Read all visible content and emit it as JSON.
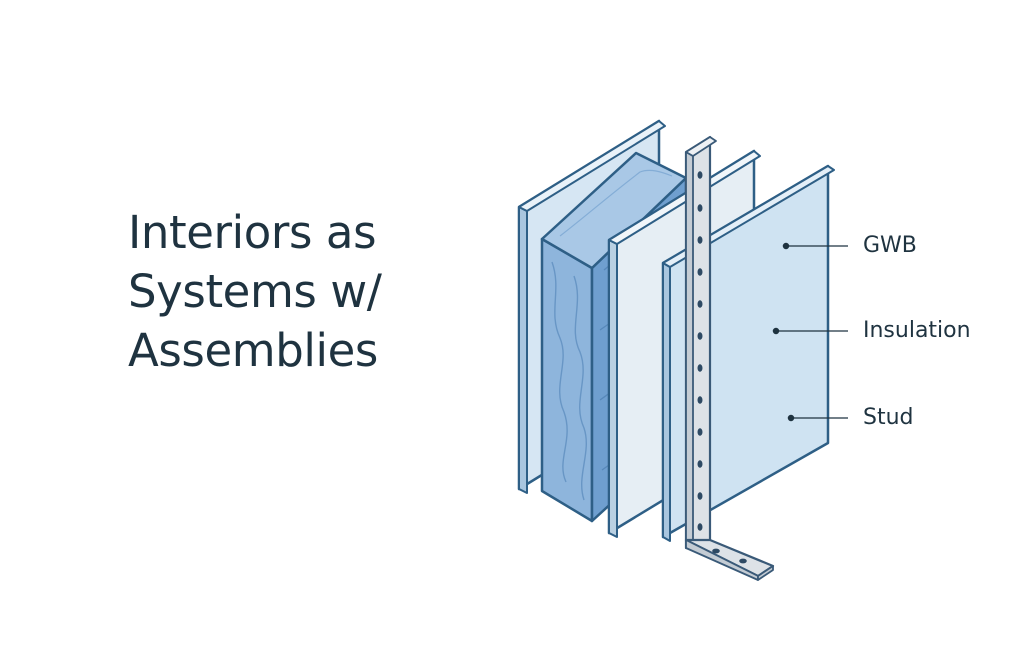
{
  "title_lines": [
    "Interiors as",
    "Systems w/",
    "Assemblies"
  ],
  "labels": {
    "gwb": "GWB",
    "insulation": "Insulation",
    "stud": "Stud"
  },
  "colors": {
    "text": "#1f3340",
    "outline": "#2e5f86",
    "panel_fill": "#cfe3f2",
    "panel_light": "#e6eef4",
    "insulation_fill": "#8eb5dc",
    "stud_fill": "#dde2e7"
  }
}
